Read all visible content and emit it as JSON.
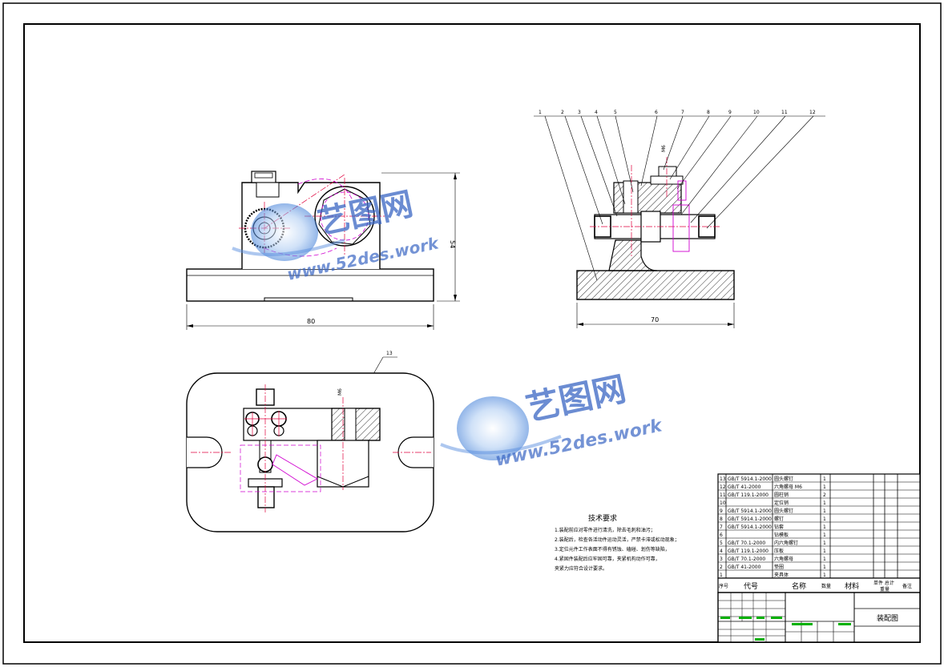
{
  "drawing": {
    "part_numbers": [
      "1",
      "2",
      "3",
      "4",
      "5",
      "6",
      "7",
      "8",
      "9",
      "10",
      "11",
      "12",
      "13"
    ],
    "dimensions": {
      "front_width": "80",
      "front_height": "54",
      "side_width": "70",
      "thread_callout": "M6"
    }
  },
  "tech_requirements": {
    "title": "技术要求",
    "lines": [
      "1.装配前应对零件进行清洗，除去毛刺和油污；",
      "2.装配后，检查各活动件运动灵活，严禁卡滞或松动现象；",
      "3.定位元件工作表面不得有锈蚀、磕碰、划伤等缺陷，",
      "4.紧固件装配后应牢固可靠，夹紧机构动作可靠，",
      "   夹紧力应符合设计要求。"
    ]
  },
  "bom": {
    "rows": [
      {
        "no": "13",
        "code": "GB/T 5914.1-2000",
        "name": "圆头螺钉",
        "qty": "1"
      },
      {
        "no": "12",
        "code": "GB/T 41-2000",
        "name": "六角螺母 M6",
        "qty": "1"
      },
      {
        "no": "11",
        "code": "GB/T 119.1-2000",
        "name": "圆柱销",
        "qty": "2"
      },
      {
        "no": "10",
        "code": "",
        "name": "定位销",
        "qty": "1"
      },
      {
        "no": "9",
        "code": "GB/T 5914.1-2000",
        "name": "圆头螺钉",
        "qty": "1"
      },
      {
        "no": "8",
        "code": "GB/T 5914.1-2000",
        "name": "螺钉",
        "qty": "1"
      },
      {
        "no": "7",
        "code": "GB/T 5914.1-2000",
        "name": "钻套",
        "qty": "1"
      },
      {
        "no": "6",
        "code": "",
        "name": "钻模板",
        "qty": "1"
      },
      {
        "no": "5",
        "code": "GB/T 70.1-2000",
        "name": "内六角螺钉",
        "qty": "1"
      },
      {
        "no": "4",
        "code": "GB/T 119.1-2000",
        "name": "压板",
        "qty": "1"
      },
      {
        "no": "3",
        "code": "GB/T 70.1-2000",
        "name": "六角螺母",
        "qty": "1"
      },
      {
        "no": "2",
        "code": "GB/T 41-2000",
        "name": "垫圈",
        "qty": "1"
      },
      {
        "no": "1",
        "code": "",
        "name": "夹具体",
        "qty": "1"
      }
    ],
    "header": {
      "no": "序号",
      "code": "代号",
      "name": "名称",
      "qty": "数量",
      "material": "材料",
      "weight": "单件 总计",
      "weight2": "重量",
      "remark": "备注"
    }
  },
  "title_block": {
    "drawing_title": "装配图"
  },
  "watermark": {
    "brand": "艺图网",
    "url": "www.52des.work"
  },
  "colors": {
    "line": "#000000",
    "center_line": "#e0003c",
    "phantom": "#d000d0",
    "hatch": "#000000",
    "watermark": "#3a66c4",
    "green_mark": "#00b000"
  }
}
